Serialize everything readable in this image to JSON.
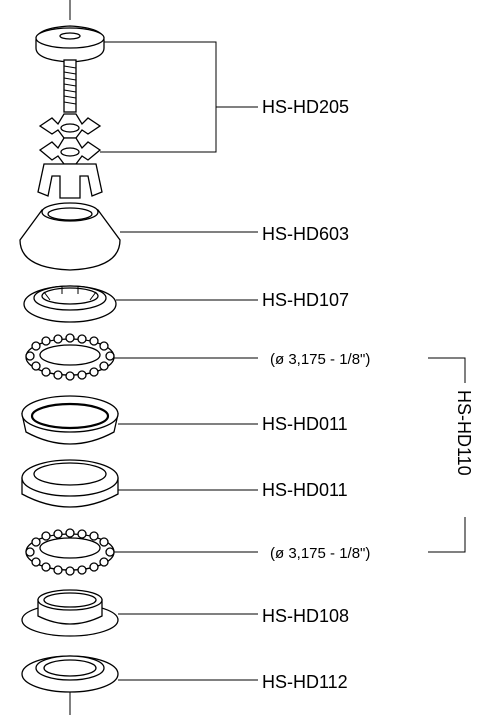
{
  "parts": [
    {
      "id": "top-cap-assembly",
      "code": "HS-HD205"
    },
    {
      "id": "upper-cover",
      "code": "HS-HD603"
    },
    {
      "id": "compression-ring",
      "code": "HS-HD107"
    },
    {
      "id": "upper-ball-bearing",
      "note": "(ø 3,175 - 1/8\")"
    },
    {
      "id": "upper-cup",
      "code": "HS-HD011"
    },
    {
      "id": "lower-cup",
      "code": "HS-HD011"
    },
    {
      "id": "lower-ball-bearing",
      "note": "(ø 3,175 - 1/8\")"
    },
    {
      "id": "crown-race",
      "code": "HS-HD108"
    },
    {
      "id": "seal-ring",
      "code": "HS-HD112"
    }
  ],
  "group": {
    "code": "HS-HD110"
  }
}
